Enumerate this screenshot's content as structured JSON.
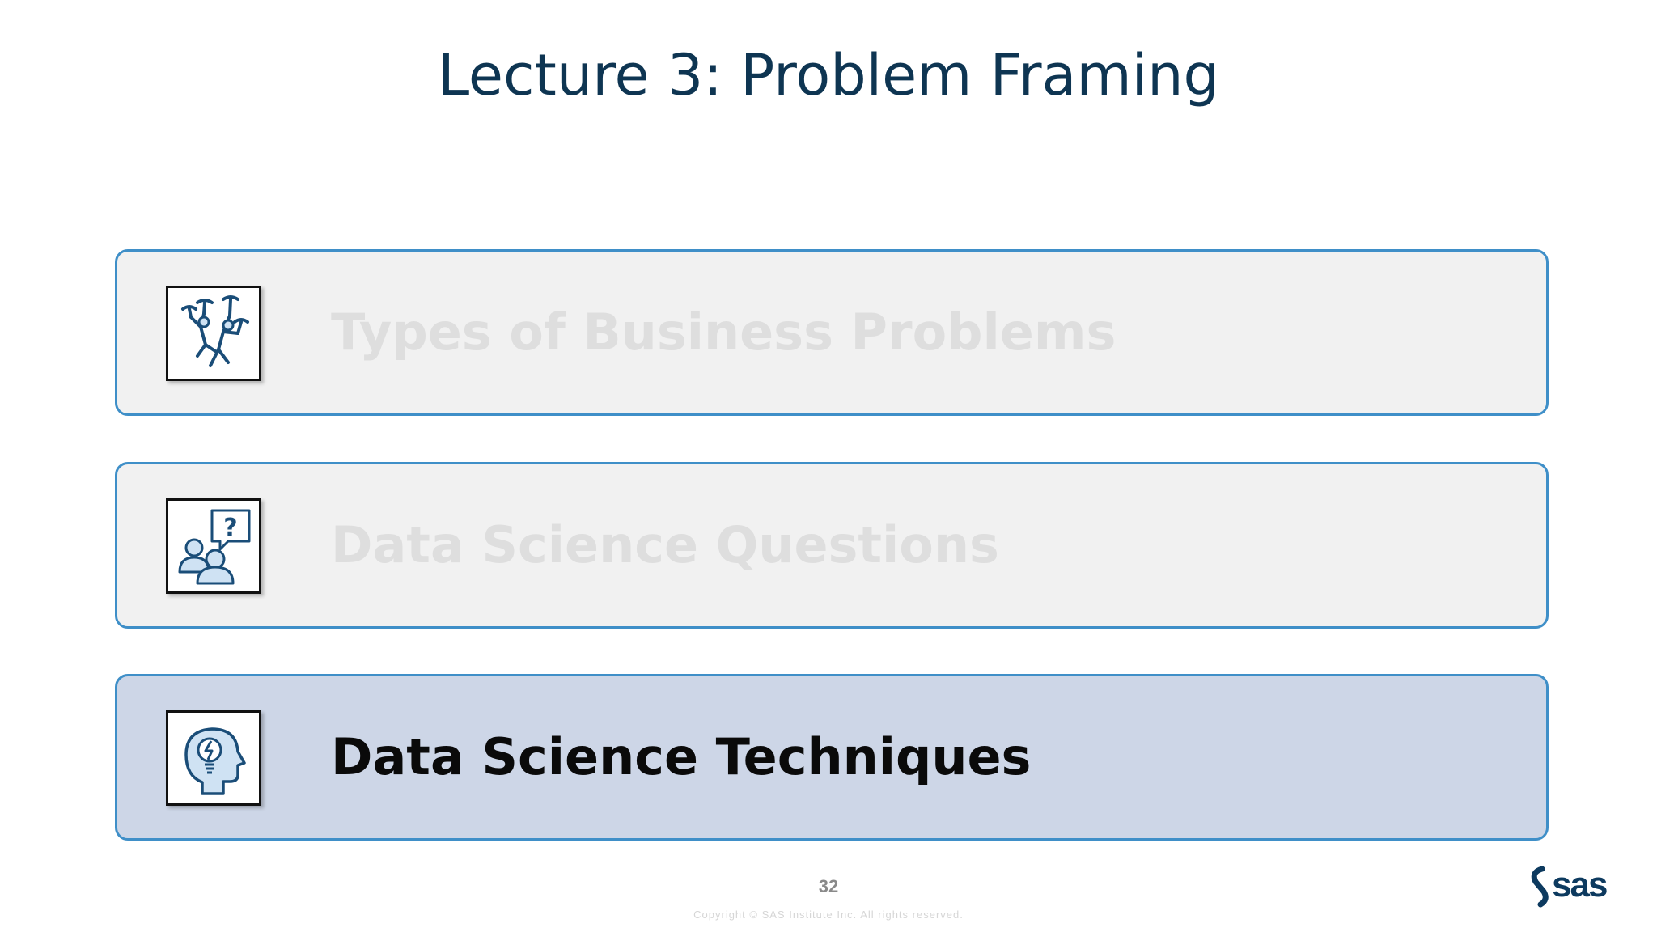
{
  "slide": {
    "title": "Lecture 3: Problem Framing"
  },
  "topics": [
    {
      "label": "Types of Business Problems",
      "icon": "juggling-figure-icon",
      "state": "inactive"
    },
    {
      "label": "Data Science Questions",
      "icon": "people-question-icon",
      "state": "inactive"
    },
    {
      "label": "Data Science Techniques",
      "icon": "head-lightbulb-icon",
      "state": "active"
    }
  ],
  "footer": {
    "page_number": "32",
    "copyright": "Copyright © SAS Institute Inc. All rights reserved.",
    "logo_text": "sas"
  },
  "colors": {
    "title": "#0e3552",
    "card_border": "#3f8fc8",
    "card_inactive_bg": "#f1f1f1",
    "card_active_bg": "#cdd6e7",
    "inactive_text": "#dedede",
    "active_text": "#0a0a0a",
    "icon_stroke": "#1a4d78",
    "icon_fill": "#cfe2f3",
    "logo": "#0d3a5f"
  }
}
